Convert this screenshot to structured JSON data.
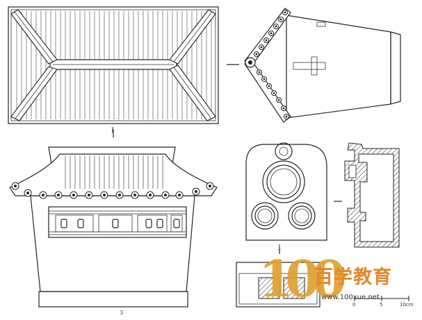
{
  "figure": {
    "panel_labels": {
      "top_divider": "I",
      "middle_divider": "I",
      "bottom": "3"
    },
    "views": [
      {
        "name": "roof-top-view"
      },
      {
        "name": "side-elevation-view"
      },
      {
        "name": "front-elevation-view"
      },
      {
        "name": "stove-top-face-view"
      },
      {
        "name": "cross-section-view"
      },
      {
        "name": "small-detail-view"
      }
    ]
  },
  "watermark": {
    "number": "100",
    "chinese": "百学教育",
    "url": "www.100xue.net"
  },
  "scale_bar": {
    "zero": "0",
    "mid": "5",
    "end": "10cm"
  },
  "colors": {
    "line": "#222222",
    "logo_orange": "#e08a2a",
    "logo_gold": "#e0a030"
  }
}
